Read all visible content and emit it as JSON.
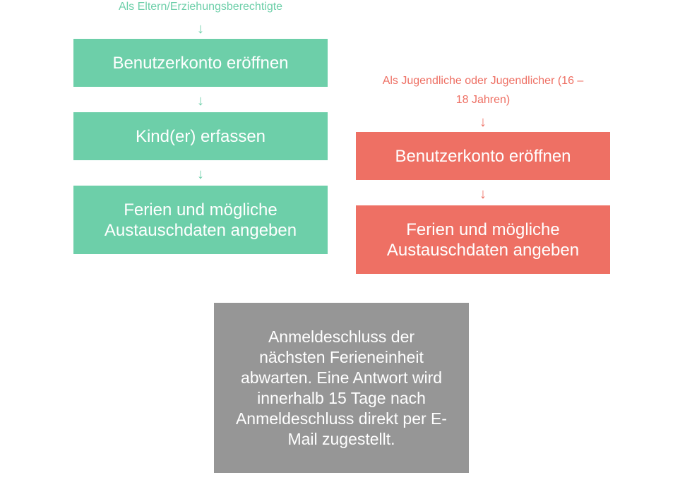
{
  "colors": {
    "parents": "#6dcfa9",
    "youth": "#ee7064",
    "final": "#969696"
  },
  "parents_flow": {
    "heading": "Als Eltern/Erziehungsberechtigte",
    "arrow_icon": "↓",
    "steps": [
      "Benutzerkonto eröffnen",
      "Kind(er) erfassen",
      "Ferien und mögliche Austauschdaten angeben"
    ]
  },
  "youth_flow": {
    "heading_line1": "Als Jugendliche oder Jugendlicher (16 –",
    "heading_line2": "18 Jahren)",
    "arrow_icon": "↓",
    "steps": [
      "Benutzerkonto eröffnen",
      "Ferien und mögliche Austauschdaten angeben"
    ]
  },
  "final_step": {
    "text": "Anmeldeschluss der nächsten Ferieneinheit abwarten. Eine Antwort wird innerhalb 15 Tage nach Anmeldeschluss direkt per E-Mail zugestellt."
  }
}
